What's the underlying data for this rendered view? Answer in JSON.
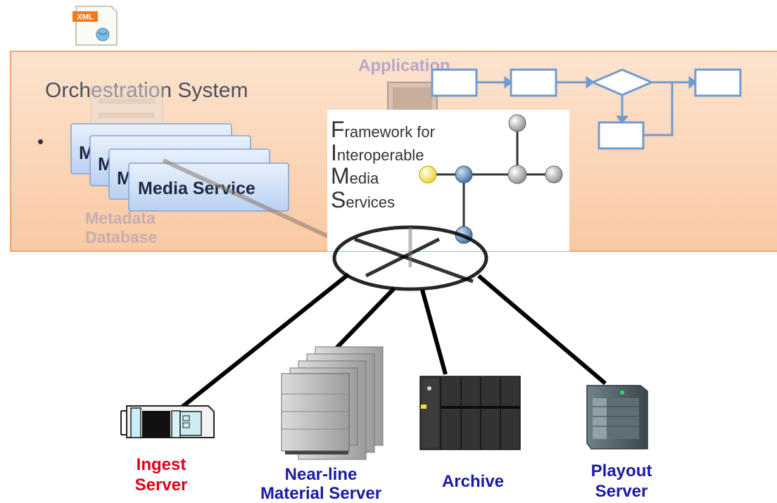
{
  "xml_icon": {
    "label": "XML"
  },
  "orchestration": {
    "title": "Orchestration System",
    "bullet": "•"
  },
  "application": {
    "label": "Application"
  },
  "media_service_cards": {
    "truncated_label": "M",
    "front_label": "Media Service"
  },
  "metadata_db": {
    "line1": "Metadata",
    "line2": "Database"
  },
  "fims": {
    "line1_initial": "F",
    "line1_rest": "ramework for",
    "line2_initial": "I",
    "line2_rest": "nteroperable",
    "line3_initial": "M",
    "line3_rest": "edia",
    "line4_initial": "S",
    "line4_rest": "ervices"
  },
  "servers": [
    {
      "line1": "Ingest",
      "line2": "Server",
      "color": "#e0001a"
    },
    {
      "line1": "Near-line",
      "line2": "Material Server",
      "color": "#1a1aa8"
    },
    {
      "line1": "Archive",
      "line2": "",
      "color": "#1a1aa8"
    },
    {
      "line1": "Playout",
      "line2": "Server",
      "color": "#1a1aa8"
    }
  ],
  "colors": {
    "band_fill": "#fbd9bf",
    "band_stroke": "#f0a36b",
    "card_fill": "#d3e3f8",
    "card_stroke": "#7fa3d6",
    "flow_stroke": "#6f9bd0",
    "faded_text": "#b9a6c9"
  }
}
